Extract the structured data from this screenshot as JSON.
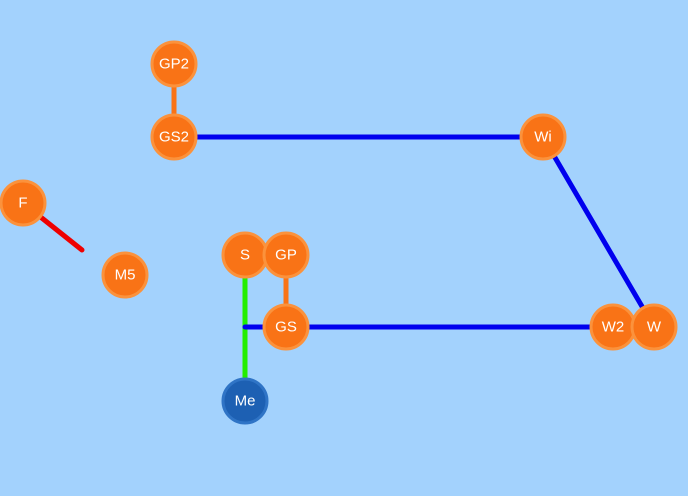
{
  "colors": {
    "background": "#a3d2fd",
    "node_default": "#f97316",
    "node_default_stroke": "#fb923c",
    "node_self": "#1d60b3",
    "node_self_stroke": "#2f74c6",
    "link_blue": "#0000ee",
    "link_orange": "#f97316",
    "link_red": "#ee0000",
    "link_green": "#22ee00",
    "label": "#ffffff"
  },
  "diagram": {
    "nodes": [
      {
        "id": "GP2",
        "label": "GP2",
        "kind": "default"
      },
      {
        "id": "GS2",
        "label": "GS2",
        "kind": "default"
      },
      {
        "id": "Wi",
        "label": "Wi",
        "kind": "default"
      },
      {
        "id": "F",
        "label": "F",
        "kind": "default"
      },
      {
        "id": "M5",
        "label": "M5",
        "kind": "default"
      },
      {
        "id": "S",
        "label": "S",
        "kind": "default"
      },
      {
        "id": "GP",
        "label": "GP",
        "kind": "default"
      },
      {
        "id": "GS",
        "label": "GS",
        "kind": "default"
      },
      {
        "id": "W2",
        "label": "W2",
        "kind": "default"
      },
      {
        "id": "W",
        "label": "W",
        "kind": "default"
      },
      {
        "id": "Me",
        "label": "Me",
        "kind": "self"
      }
    ],
    "links": [
      {
        "from": "GP2",
        "to": "GS2",
        "color": "orange"
      },
      {
        "from": "GS2",
        "to": "Wi",
        "color": "blue"
      },
      {
        "from": "Wi",
        "to": "W",
        "color": "blue"
      },
      {
        "from": "GP",
        "to": "GS",
        "color": "orange"
      },
      {
        "from": "GS",
        "to": "W2",
        "color": "blue"
      },
      {
        "from": "F",
        "to": "M5",
        "color": "red",
        "partial": true
      },
      {
        "from": "S",
        "to": "Me",
        "color": "green"
      },
      {
        "from": "Me",
        "to": "GS",
        "color": "blue",
        "partial": true
      }
    ]
  }
}
